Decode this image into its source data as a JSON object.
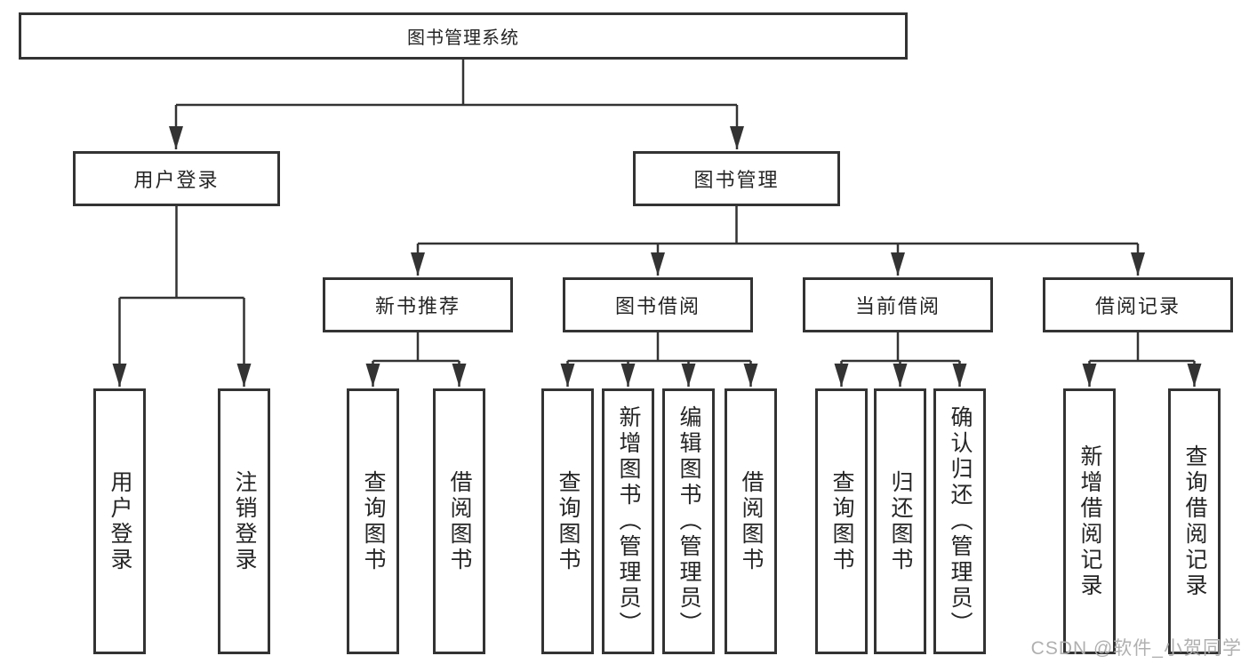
{
  "diagram": {
    "root": {
      "label": "图书管理系统"
    },
    "level2": [
      {
        "label": "用户登录"
      },
      {
        "label": "图书管理"
      }
    ],
    "level3": [
      {
        "label": "新书推荐"
      },
      {
        "label": "图书借阅"
      },
      {
        "label": "当前借阅"
      },
      {
        "label": "借阅记录"
      }
    ],
    "leaves": {
      "user": [
        {
          "label": "用户登录"
        },
        {
          "label": "注销登录"
        }
      ],
      "recommend": [
        {
          "label": "查询图书"
        },
        {
          "label": "借阅图书"
        }
      ],
      "borrow": [
        {
          "label": "查询图书"
        },
        {
          "label": "新增图书（管理员）"
        },
        {
          "label": "编辑图书（管理员）"
        },
        {
          "label": "借阅图书"
        }
      ],
      "current": [
        {
          "label": "查询图书"
        },
        {
          "label": "归还图书"
        },
        {
          "label": "确认归还（管理员）"
        }
      ],
      "record": [
        {
          "label": "新增借阅记录"
        },
        {
          "label": "查询借阅记录"
        }
      ]
    }
  },
  "watermark": {
    "text": "CSDN @软件_小贺同学"
  },
  "colors": {
    "line": "#333333",
    "border": "#333333",
    "text": "#252525",
    "watermark": "#b0b0b0",
    "background": "#ffffff"
  }
}
